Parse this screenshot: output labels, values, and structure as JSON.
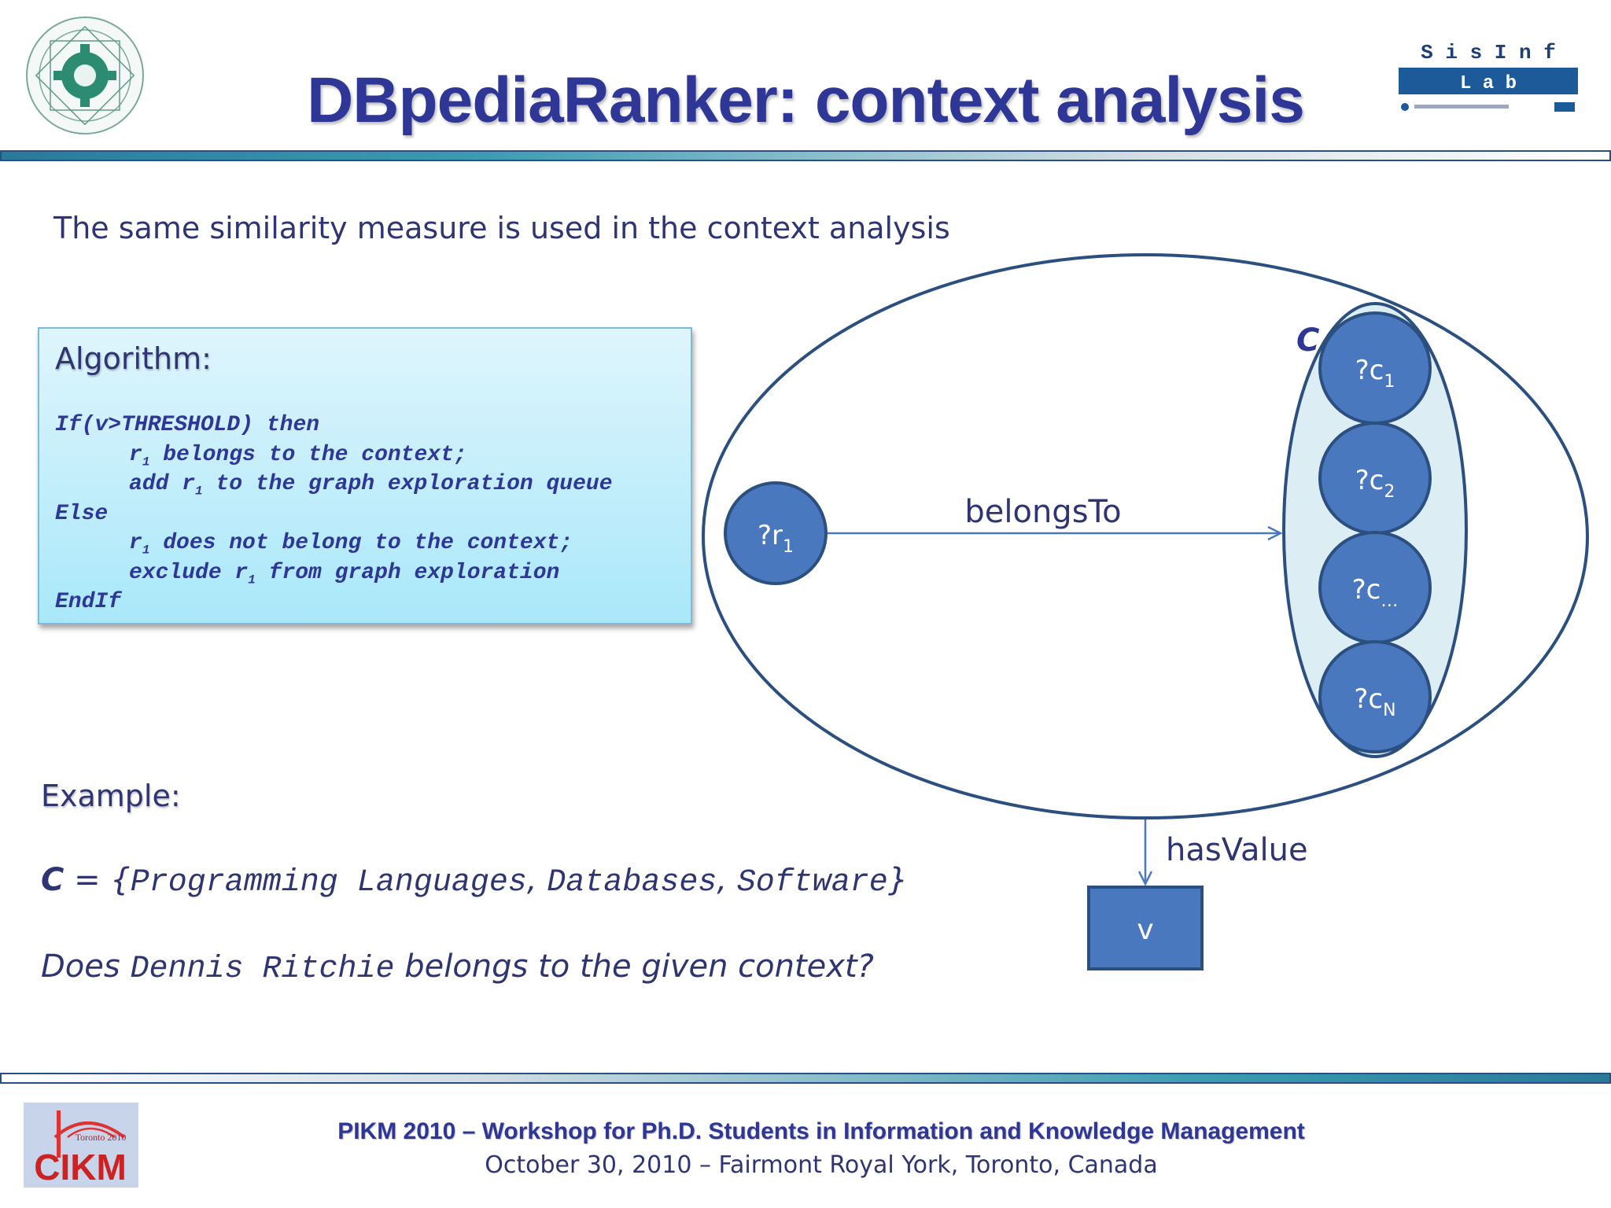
{
  "header": {
    "title": "DBpediaRanker: context analysis",
    "lab_logo_top": "S i s I n f",
    "lab_logo_bottom": "L a b"
  },
  "intro_text": "The same similarity measure is used in the context analysis",
  "algorithm": {
    "heading": "Algorithm:",
    "lines": [
      {
        "pre": "If(v>THRESHOLD) then",
        "sub": "",
        "post": ""
      },
      {
        "pre": "r",
        "sub": "1",
        "post": " belongs to the context;"
      },
      {
        "pre": "add r",
        "sub": "1",
        "post": " to the graph exploration queue"
      },
      {
        "pre": "Else",
        "sub": "",
        "post": ""
      },
      {
        "pre": "r",
        "sub": "1",
        "post": " does not belong to the context;"
      },
      {
        "pre": "exclude r",
        "sub": "1",
        "post": " from graph exploration"
      },
      {
        "pre": "EndIf",
        "sub": "",
        "post": ""
      }
    ]
  },
  "diagram": {
    "set_label": "C",
    "r_node": {
      "base": "?r",
      "sub": "1"
    },
    "c_nodes": [
      {
        "base": "?c",
        "sub": "1"
      },
      {
        "base": "?c",
        "sub": "2"
      },
      {
        "base": "?c",
        "sub": "…"
      },
      {
        "base": "?c",
        "sub": "N"
      }
    ],
    "edge_belongs": "belongsTo",
    "edge_value": "hasValue",
    "value_node": "v",
    "colors": {
      "node_fill": "#4a78bf",
      "node_stroke": "#2b4f7f",
      "inner_ellipse_fill": "#dcedf3",
      "edge": "#4a78bf"
    }
  },
  "example": {
    "heading": "Example:",
    "set_var": "C",
    "set_eq": " = {",
    "items": [
      "Programming Languages",
      "Databases",
      "Software"
    ],
    "sep": ", ",
    "set_close": "}",
    "q_pre": "Does ",
    "q_entity": "Dennis Ritchie",
    "q_post": "  belongs to the given context?"
  },
  "footer": {
    "title": "PIKM 2010 – Workshop for Ph.D. Students in Information and Knowledge Management",
    "subtitle": "October 30, 2010 – Fairmont Royal York, Toronto, Canada",
    "cikm_year": "Toronto 2010",
    "cikm_letters": "CIKM"
  }
}
